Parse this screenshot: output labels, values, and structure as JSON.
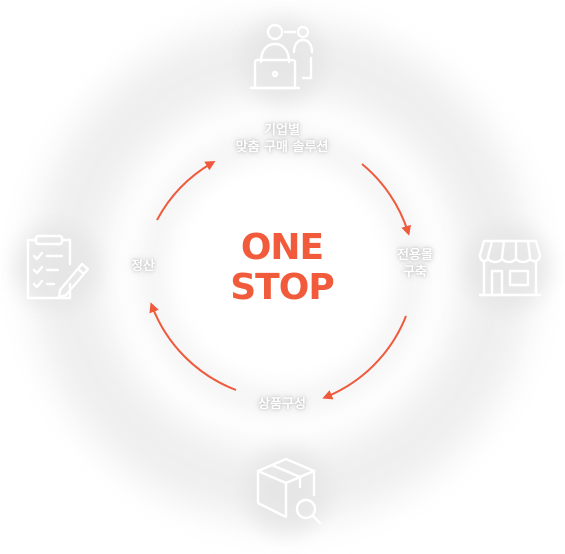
{
  "center": {
    "line1": "ONE",
    "line2": "STOP"
  },
  "labels": {
    "top_line1": "기업별",
    "top_line2": "맞춤 구매 솔루션",
    "right_line1": "전용몰",
    "right_line2": "구축",
    "bottom": "상품구성",
    "left": "정산"
  },
  "icons": {
    "top": "person-laptop-icon",
    "right": "storefront-icon",
    "bottom": "box-search-icon",
    "left": "clipboard-checklist-icon"
  },
  "colors": {
    "accent": "#f15a3a",
    "arrow": "#ef5a3c",
    "label_text": "#ffffff",
    "icon_stroke": "#ffffff"
  }
}
